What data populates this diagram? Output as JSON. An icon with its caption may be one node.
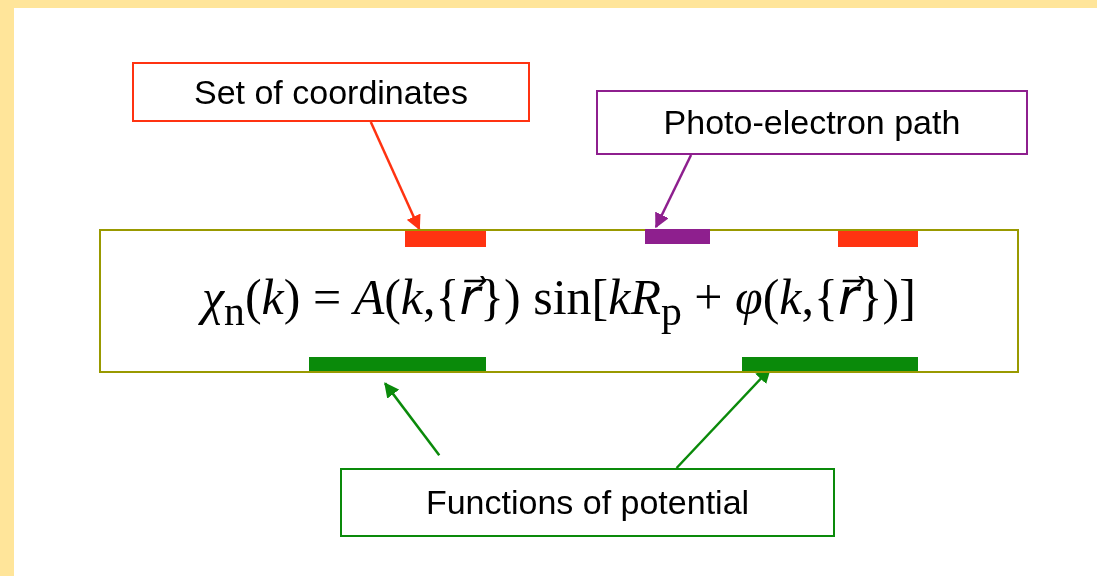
{
  "diagram": {
    "nodes": [
      {
        "text": [
          "Set of coordinates"
        ]
      },
      {
        "text": [
          "Photo-electron path"
        ]
      },
      {
        "text": [
          "*χ*$_{n}$(*k*) = *A*(*k*,{*r⃗*}) sin[*kR*$_{p}$ + *φ*(*k*,{*r⃗*})]"
        ]
      },
      {
        "text": [],
        "shape": "bar",
        "in": 2
      },
      {
        "text": [],
        "shape": "bar",
        "in": 2
      },
      {
        "text": [],
        "shape": "bar",
        "in": 2
      },
      {
        "text": [],
        "shape": "bar",
        "in": 2
      },
      {
        "text": [],
        "shape": "bar",
        "in": 2
      },
      {
        "text": [
          "Functions of potential"
        ]
      }
    ],
    "edges": [
      {
        "from": 0,
        "to": 3,
        "arrow": "to",
        "color": "#ff3311"
      },
      {
        "from": 1,
        "to": 4,
        "arrow": "to",
        "color": "#8e1f8e"
      },
      {
        "from": 8,
        "to": 6,
        "arrow": "to"
      },
      {
        "from": 8,
        "to": 7,
        "arrow": "to"
      }
    ]
  }
}
